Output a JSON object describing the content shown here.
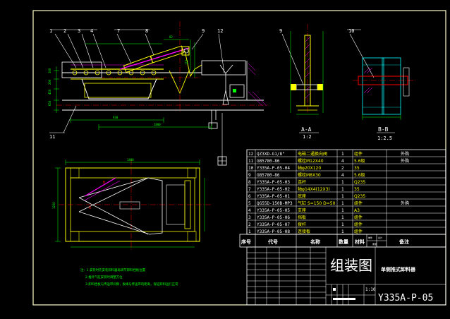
{
  "balloons_top": [
    "1",
    "2",
    "3",
    "4",
    "7",
    "8",
    "9",
    "12"
  ],
  "balloon_11": "11",
  "balloon_9": "9",
  "balloon_10": "10",
  "section_aa": "A-A",
  "section_aa_scale": "1:2",
  "section_bb": "B-B",
  "section_bb_scale": "1:2.5",
  "dims_main": [
    "1400",
    "1250",
    "930",
    "1800"
  ],
  "parts": [
    {
      "no": "12",
      "code": "QZ3XD-G1/8\"",
      "name": "电磁二通换向阀",
      "qty": "1",
      "mat": "组件",
      "note": "外购"
    },
    {
      "no": "11",
      "code": "GB5780-86",
      "name": "螺栓M12X40",
      "qty": "4",
      "mat": "5.6级",
      "note": "外购"
    },
    {
      "no": "10",
      "code": "Y335A-P-05-04",
      "name": "轴φ20X120",
      "qty": "2",
      "mat": "35",
      "note": ""
    },
    {
      "no": "9",
      "code": "GB5780-86",
      "name": "螺栓M8X30",
      "qty": "4",
      "mat": "5.6级",
      "note": ""
    },
    {
      "no": "8",
      "code": "Y335A-P-05-03",
      "name": "连杆",
      "qty": "1",
      "mat": "Q235",
      "note": ""
    },
    {
      "no": "7",
      "code": "Y335A-P-05-02",
      "name": "轴φ14X4(12X3)",
      "qty": "1",
      "mat": "35",
      "note": ""
    },
    {
      "no": "6",
      "code": "Y335A-P-05-01",
      "name": "底座",
      "qty": "1",
      "mat": "Q235",
      "note": ""
    },
    {
      "no": "5",
      "code": "QG55D-150B-MP3",
      "name": "气缸 S=150 D=50",
      "qty": "1",
      "mat": "组件",
      "note": "外购"
    },
    {
      "no": "4",
      "code": "Y335A-P-05-05",
      "name": "支座",
      "qty": "1",
      "mat": "A3",
      "note": ""
    },
    {
      "no": "3",
      "code": "Y335A-P-05-06",
      "name": "挡板",
      "qty": "1",
      "mat": "组件",
      "note": ""
    },
    {
      "no": "2",
      "code": "Y335A-P-05-07",
      "name": "拨杆",
      "qty": "1",
      "mat": "组件",
      "note": ""
    },
    {
      "no": "1",
      "code": "Y335A-P-05-08",
      "name": "连接板",
      "qty": "1",
      "mat": "组件",
      "note": ""
    }
  ],
  "header": {
    "no": "序号",
    "code": "代号",
    "name": "名称",
    "qty": "数量",
    "mat": "材料",
    "unit": "单件",
    "total": "总计",
    "weight": "重量",
    "note": "备注"
  },
  "title": "组装图",
  "subtitle": "单侧推式卸料器",
  "scale": "1:10",
  "drawing_no": "Y335A-P-05",
  "notes": [
    "注：1.安装时先安装卸料器再调节卸料挡板位置",
    "2.推杆气缸安装时调整方位",
    "3.卸料挡板与传送带间隙，板缘与传送带的距离，保证卸料运行正常"
  ],
  "colors": {
    "frame": "#ffffff",
    "part": "#ffff00",
    "dim": "#00ff00",
    "center": "#ff0000",
    "annot": "#00ffff",
    "magenta": "#ff00ff"
  }
}
